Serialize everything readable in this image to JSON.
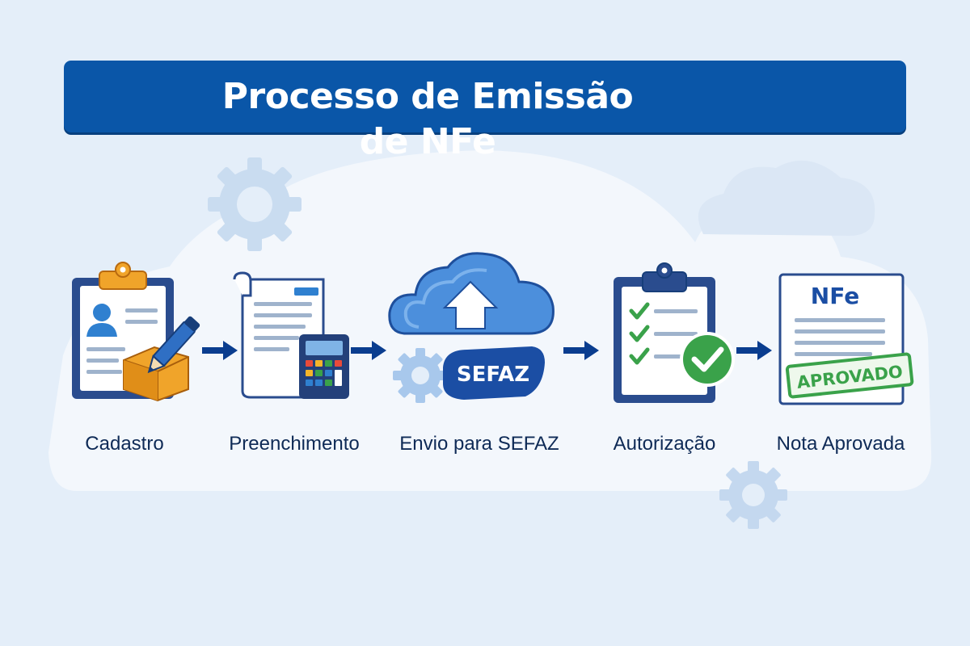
{
  "title": "Processo de Emissão de NFe",
  "steps": [
    {
      "label": "Cadastro",
      "icon": "clipboard-user-icon"
    },
    {
      "label": "Preenchimento",
      "icon": "document-calculator-icon"
    },
    {
      "label": "Envio para SEFAZ",
      "icon": "cloud-upload-icon",
      "badge": "SEFAZ"
    },
    {
      "label": "Autorização",
      "icon": "checklist-clipboard-icon"
    },
    {
      "label": "Nota Aprovada",
      "icon": "approved-document-icon",
      "doc_title": "NFe",
      "stamp": "APROVADO"
    }
  ],
  "colors": {
    "title_bar": "#0a56a8",
    "arrow": "#0a3d8f",
    "approved_green": "#3aa24a",
    "box_orange": "#f0a42a"
  }
}
